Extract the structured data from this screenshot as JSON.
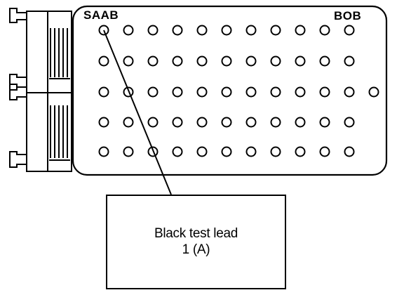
{
  "panel": {
    "brand_left": "SAAB",
    "brand_right": "BOB",
    "pin_rows": [
      11,
      11,
      12,
      11,
      11
    ]
  },
  "callout": {
    "line1": "Black test lead",
    "line2": "1 (A)"
  },
  "colors": {
    "stroke": "#000000",
    "background": "#ffffff"
  }
}
